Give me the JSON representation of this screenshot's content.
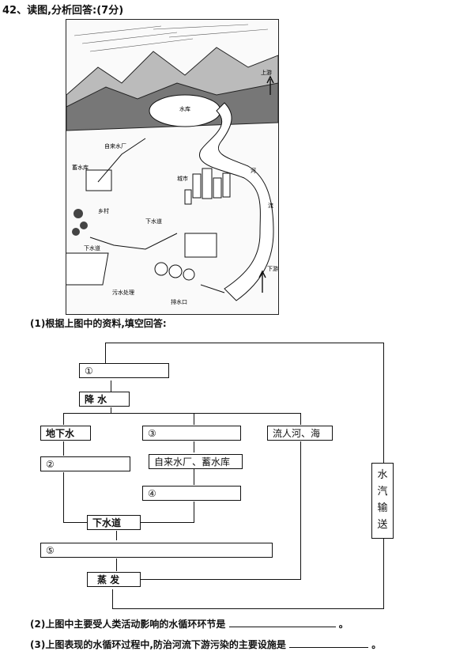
{
  "question_title": "42、读图,分析回答:(7分)",
  "map_labels": {
    "reservoir": "水库",
    "waterworks": "自来水厂",
    "storage": "蓄水库",
    "city": "城市",
    "village": "乡村",
    "sewer": "下水道",
    "sewer2": "下水道",
    "sewage_treatment": "污水处理",
    "outfall": "排水口",
    "river_a": "河",
    "river_b": "流",
    "upstream": "上游",
    "downstream": "下游"
  },
  "part1_prompt": "(1)根据上图中的资料,填空回答:",
  "flow": {
    "box1": "①",
    "precip": "降 水",
    "groundwater": "地下水",
    "box3": "③",
    "river_sea": "流人河、海",
    "box2": "②",
    "waterworks": "自来水厂、蓄水库",
    "box4": "④",
    "sewer": "下水道",
    "box5": "⑤",
    "evap": "蒸 发",
    "vapor": [
      "水",
      "汽",
      "输",
      "送"
    ]
  },
  "part2": "(2)上图中主要受人类活动影响的水循环环节是",
  "part3": "(3)上图表现的水循环过程中,防治河流下游污染的主要设施是",
  "end_mark": "。"
}
